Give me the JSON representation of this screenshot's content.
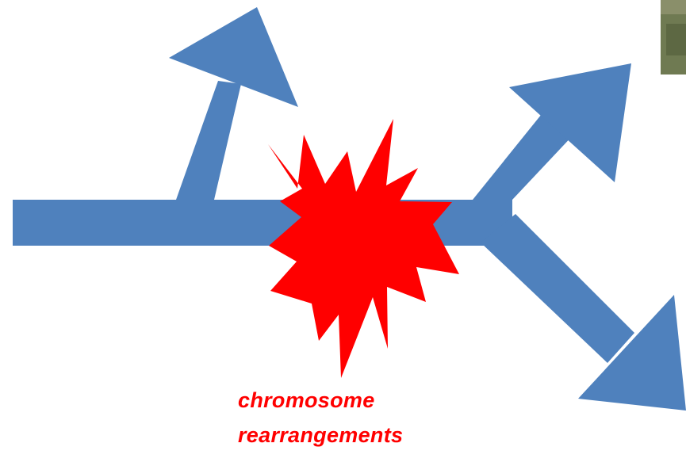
{
  "caption": {
    "line1": "chromosome",
    "line2": "rearrangements"
  },
  "colors": {
    "arrow": "#4f81bd",
    "burst": "#ff0000",
    "caption": "#ff0000",
    "photo_thumbnail": "#6f7a52"
  },
  "icons": {
    "burst": "explosion-burst-icon",
    "thumbnail": "photo-thumbnail"
  }
}
